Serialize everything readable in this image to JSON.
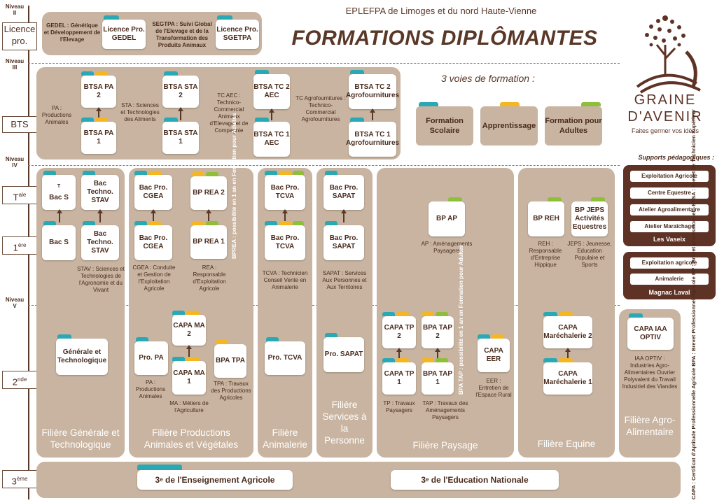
{
  "header": {
    "school": "EPLEFPA de Limoges et du nord Haute-Vienne",
    "title": "FORMATIONS DIPLÔMANTES",
    "voies_title": "3 voies de formation :",
    "voies": [
      "Formation Scolaire",
      "Apprentissage",
      "Formation pour Adultes"
    ]
  },
  "logo": {
    "line1": "GRAINE",
    "line2": "D'AVENIR",
    "tagline": "Faites germer vos idées"
  },
  "levels": {
    "niveau_ii": "Niveau II",
    "niveau_iii": "Niveau III",
    "niveau_iv": "Niveau IV",
    "niveau_v": "Niveau V",
    "licence": "Licence pro.",
    "bts": "BTS",
    "tale_base": "T",
    "tale_sup": "ale",
    "premiere_base": "1",
    "premiere_sup": "ère",
    "seconde_base": "2",
    "seconde_sup": "nde",
    "troisieme_base": "3",
    "troisieme_sup": "ème"
  },
  "licence": {
    "gedel_desc": "GEDEL : Génétique et Développement de l'Elevage",
    "gedel_card": "Licence Pro. GEDEL",
    "segtpa_desc": "SEGTPA : Suivi Global de l'Elevage et de la Transformation des Produits Animaux",
    "segtpa_card": "Licence Pro. SGETPA"
  },
  "bts": {
    "pa_desc": "PA : Productions Animales",
    "pa2": "BTSA PA 2",
    "pa1": "BTSA PA 1",
    "sta_desc": "STA : Sciences et Technologies des Aliments",
    "sta2": "BTSA STA 2",
    "sta1": "BTSA STA 1",
    "tcaec_desc": "TC AEC : Technico-Commercial Animaux d'Elevage et de Compagnie",
    "tc2aec": "BTSA TC 2 AEC",
    "tc1aec": "BTSA TC 1 AEC",
    "tcagro_desc": "TC Agrofournitures : Technico-Commercial Agrofournitures",
    "tc2agro": "BTSA TC 2 Agrofournitures",
    "tc1agro": "BTSA TC 1 Agrofournitures"
  },
  "supports": {
    "title": "Supports pédagogiques :",
    "vaseix_items": [
      "Exploitation Agricole",
      "Centre Equestre",
      "Atelier Agroalimentaire",
      "Atelier Maraîchage"
    ],
    "vaseix_name": "Les Vaseix",
    "magnac_items": [
      "Exploitation agricole",
      "Animalerie"
    ],
    "magnac_name": "Magnac Laval"
  },
  "generale": {
    "tale_s": "Bac S",
    "tale_stav": "Bac Techno. STAV",
    "prem_s": "Bac S",
    "prem_stav": "Bac Techno. STAV",
    "stav_desc": "STAV : Sciences et Technologies de l'Agronomie et du Vivant",
    "seconde_card": "Générale et Technologique",
    "filiere": "Filière Générale et Technologique"
  },
  "production": {
    "tale_cgea": "Bac Pro. CGEA",
    "prem_cgea": "Bac Pro. CGEA",
    "cgea_desc": "CGEA : Conduite et Gestion de l'Exploitation Agricole",
    "bprea2": "BP REA 2",
    "bprea1": "BP REA 1",
    "rea_desc": "REA : Responsable d'Exploitation Agricole",
    "bprea_note": "BPREA : possibilité en 1 an en Formation pour Adultes",
    "capa_ma2": "CAPA MA 2",
    "capa_ma1": "CAPA MA 1",
    "seconde_pa": "Pro. PA",
    "pa_desc": "PA : Productions Animales",
    "ma_desc": "MA : Métiers de l'Agriculture",
    "bpa_tpa": "BPA TPA",
    "tpa_desc": "TPA : Travaux des Productions Agricoles",
    "filiere": "Filière Productions Animales et Végétales"
  },
  "animalerie": {
    "tale": "Bac Pro. TCVA",
    "prem": "Bac Pro. TCVA",
    "desc": "TCVA : Technicien Conseil Vente en Animalerie",
    "seconde": "Pro. TCVA",
    "filiere": "Filière Animalerie"
  },
  "services": {
    "tale": "Bac Pro. SAPAT",
    "prem": "Bac Pro. SAPAT",
    "desc": "SAPAT : Services Aux Personnes et Aux Territoires",
    "seconde": "Pro. SAPAT",
    "filiere": "Filière Services à la Personne"
  },
  "paysage": {
    "bpap": "BP AP",
    "ap_desc": "AP : Aménagements Paysagers",
    "capa_tp2": "CAPA TP 2",
    "capa_tp1": "CAPA TP 1",
    "tp_desc": "TP : Travaux Paysagers",
    "bpa_tap2": "BPA TAP 2",
    "bpa_tap1": "BPA TAP 1",
    "tap_desc": "TAP : Travaux des Aménagements Paysagers",
    "bpa_note": "BPA TAP : possibilité en 1 an en Formation pour Adultes",
    "capa_eer": "CAPA EER",
    "eer_desc": "EER : Entretien de l'Espace Rural",
    "filiere": "Filière Paysage"
  },
  "equine": {
    "bpreh": "BP REH",
    "reh_desc": "REH : Responsable d'Entreprise Hippique",
    "bpjeps": "BP JEPS Activités Equestres",
    "jeps_desc": "JEPS : Jeunesse, Education Populaire et Sports",
    "capa_mar2": "CAPA Maréchalerie 2",
    "capa_mar1": "CAPA Maréchalerie 1",
    "filiere": "Filière Equine"
  },
  "agro": {
    "capa_iaa": "CAPA IAA OPTIV",
    "iaa_desc": "IAA OPTIV : Industries Agro-Alimentaires Ouvrier Polyvalent du Travail Industriel des Viandes",
    "filiere": "Filière Agro-Alimentaire"
  },
  "troisieme": {
    "agricole": "de l'Enseignement Agricole",
    "nationale": "de l'Education Nationale",
    "sup_base": "3",
    "sup": "e"
  },
  "legend": "CAPA : Certificat d'Aptitude Professionnelle Agricole  BPA : Brevet Professionnel Agricole  BP : Brevet professionnel - BTSA : Brevet de Technicien Supérieur"
}
